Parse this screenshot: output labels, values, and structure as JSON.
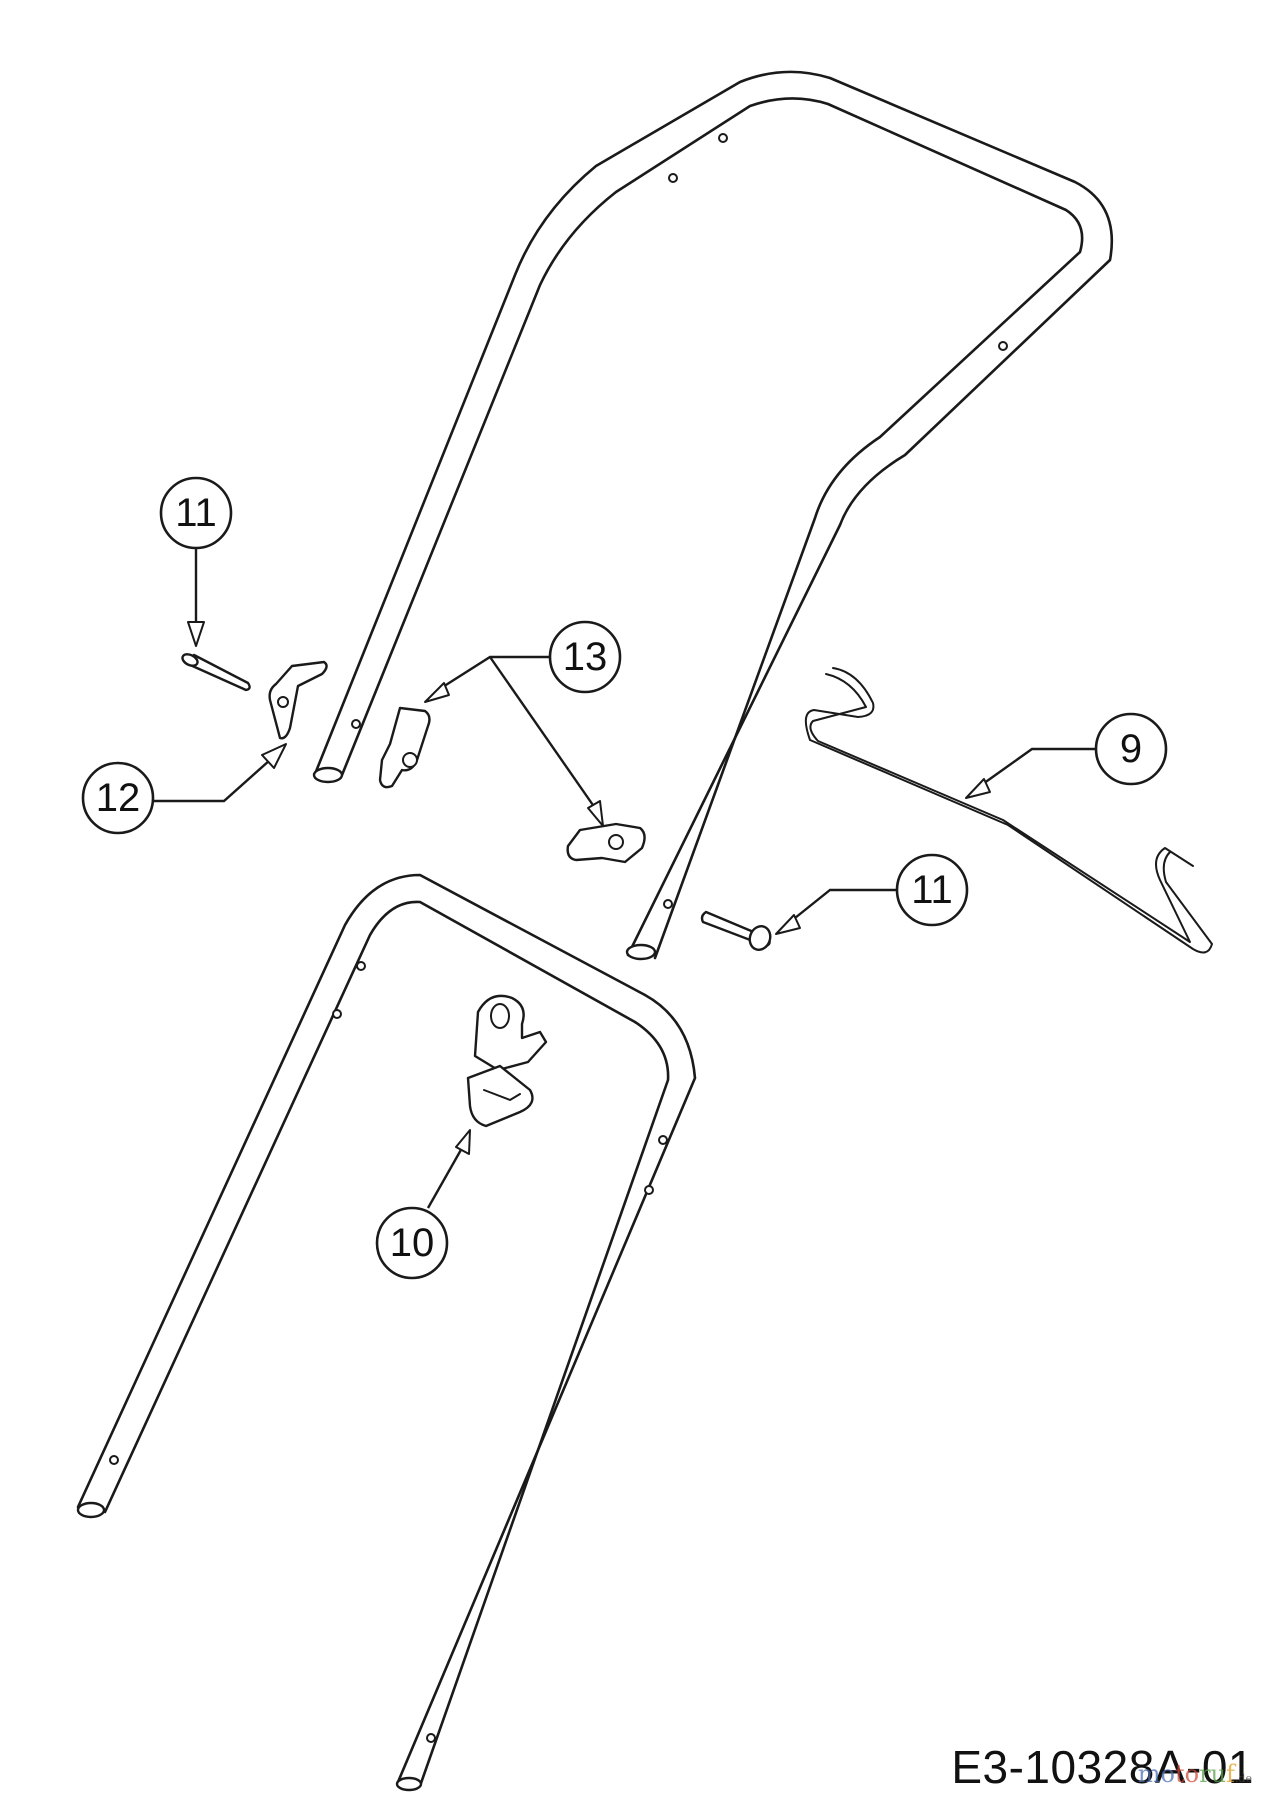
{
  "diagram": {
    "code": "E3-10328A-01",
    "watermark": {
      "text": "motoruf.de",
      "colors": [
        "#4a6fb5",
        "#d24a3c",
        "#5aa04a",
        "#e0a020"
      ]
    },
    "callouts": [
      {
        "id": "upper-pin",
        "label": "11",
        "part": "pin"
      },
      {
        "id": "wing-knobs",
        "label": "13",
        "part": "wing-knob"
      },
      {
        "id": "bracket",
        "label": "12",
        "part": "cable-guide-bracket"
      },
      {
        "id": "cable-rod",
        "label": "9",
        "part": "control-rod"
      },
      {
        "id": "lower-pin",
        "label": "11",
        "part": "pin"
      },
      {
        "id": "cable-clip",
        "label": "10",
        "part": "cable-clip"
      }
    ]
  }
}
